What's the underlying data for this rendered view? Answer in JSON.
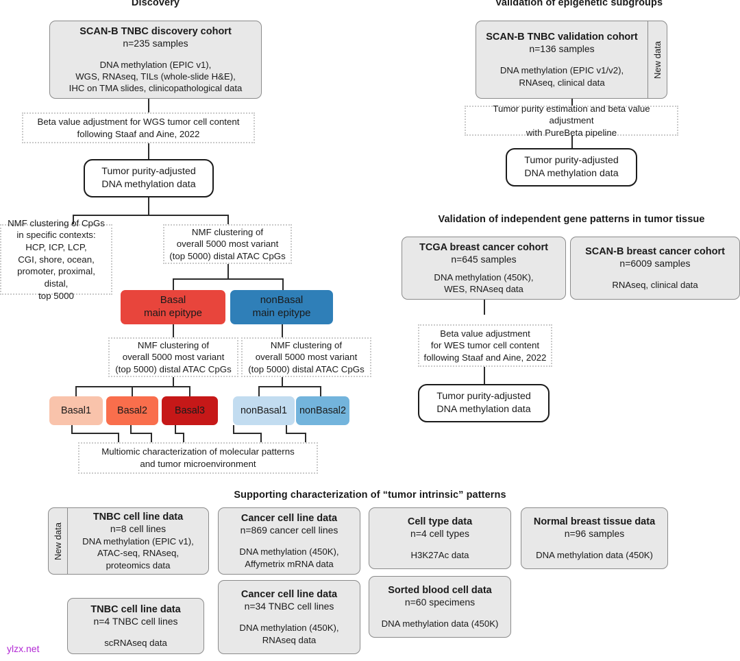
{
  "sections": {
    "discovery": {
      "title": "Discovery"
    },
    "validation_subgroups": {
      "title": "Validation of epigenetic subgroups"
    },
    "validation_genes": {
      "title": "Validation of independent gene patterns in tumor tissue"
    },
    "supporting": {
      "title": "Supporting characterization of “tumor intrinsic” patterns"
    }
  },
  "labels": {
    "new_data": "New data"
  },
  "discovery": {
    "cohort": {
      "header": "SCAN-B TNBC discovery cohort",
      "n": "n=235 samples",
      "details": [
        "DNA methylation (EPIC v1),",
        "WGS, RNAseq, TILs (whole-slide H&E),",
        "IHC on TMA slides, clinicopathological data"
      ]
    },
    "adjust": [
      "Beta value adjustment for WGS tumor cell content",
      "following Staaf and Aine, 2022"
    ],
    "adjusted_data": [
      "Tumor purity-adjusted",
      "DNA methylation data"
    ],
    "nmf_contexts": [
      "NMF clustering of CpGs",
      "in specific contexts:",
      "HCP, ICP, LCP,",
      "CGI, shore, ocean,",
      "promoter, proximal, distal,",
      "top 5000"
    ],
    "nmf_atac": [
      "NMF clustering of",
      "overall 5000 most variant",
      "(top 5000) distal ATAC CpGs"
    ],
    "nmf_atac_basal": [
      "NMF clustering of",
      "overall 5000 most variant",
      "(top 5000) distal ATAC CpGs"
    ],
    "nmf_atac_nonbasal": [
      "NMF clustering of",
      "overall 5000 most variant",
      "(top 5000) distal ATAC CpGs"
    ],
    "epitypes": [
      {
        "id": "basal",
        "line1": "Basal",
        "line2": "main epitype",
        "color": "#e8453c",
        "text_color": "#1a1a1a"
      },
      {
        "id": "nonbasal",
        "line1": "nonBasal",
        "line2": "main epitype",
        "color": "#2f7fb8",
        "text_color": "#1a1a1a"
      }
    ],
    "subtypes": [
      {
        "id": "basal1",
        "label": "Basal1",
        "color": "#f9c3ab",
        "text_color": "#1a1a1a"
      },
      {
        "id": "basal2",
        "label": "Basal2",
        "color": "#f96e4c",
        "text_color": "#1a1a1a"
      },
      {
        "id": "basal3",
        "label": "Basal3",
        "color": "#c61818",
        "text_color": "#1a1a1a"
      },
      {
        "id": "nonbasal1",
        "label": "nonBasal1",
        "color": "#c2dcf0",
        "text_color": "#1a1a1a"
      },
      {
        "id": "nonbasal2",
        "label": "nonBasal2",
        "color": "#73b4dc",
        "text_color": "#1a1a1a"
      }
    ],
    "multiomic": [
      "Multiomic characterization of molecular patterns",
      "and tumor microenvironment"
    ]
  },
  "validation_subgroups": {
    "cohort": {
      "header": "SCAN-B TNBC validation cohort",
      "n": "n=136 samples",
      "details": [
        "DNA methylation (EPIC v1/v2),",
        "RNAseq, clinical data"
      ],
      "new_data": true
    },
    "purity": [
      "Tumor purity estimation and beta value adjustment",
      "with PureBeta pipeline"
    ],
    "adjusted_data": [
      "Tumor purity-adjusted",
      "DNA methylation data"
    ]
  },
  "validation_genes": {
    "tcga": {
      "header": "TCGA breast cancer cohort",
      "n": "n=645 samples",
      "details": [
        "DNA methylation (450K),",
        "WES, RNAseq data"
      ]
    },
    "scanb": {
      "header": "SCAN-B breast cancer cohort",
      "n": "n=6009 samples",
      "details": [
        "RNAseq, clinical data"
      ]
    },
    "adjust": [
      "Beta value adjustment",
      "for WES tumor cell content",
      "following Staaf and Aine, 2022"
    ],
    "adjusted_data": [
      "Tumor purity-adjusted",
      "DNA methylation data"
    ]
  },
  "supporting": {
    "boxes": [
      {
        "id": "tnbc-cell-line-8",
        "header": "TNBC cell line data",
        "n": "n=8 cell lines",
        "details": [
          "DNA methylation (EPIC v1),",
          "ATAC-seq, RNAseq,",
          "proteomics data"
        ],
        "new_data": true
      },
      {
        "id": "tnbc-cell-line-4",
        "header": "TNBC cell line data",
        "n": "n=4 TNBC cell lines",
        "details": [
          "scRNAseq data"
        ],
        "new_data": false
      },
      {
        "id": "cancer-cell-line-869",
        "header": "Cancer cell line data",
        "n": "n=869 cancer cell lines",
        "details": [
          "DNA methylation (450K),",
          "Affymetrix mRNA data"
        ],
        "new_data": false
      },
      {
        "id": "cancer-cell-line-34",
        "header": "Cancer cell line data",
        "n": "n=34 TNBC cell lines",
        "details": [
          "DNA methylation (450K),",
          "RNAseq data"
        ],
        "new_data": false
      },
      {
        "id": "cell-type-data",
        "header": "Cell type data",
        "n": "n=4 cell types",
        "details": [
          "H3K27Ac data"
        ],
        "new_data": false
      },
      {
        "id": "sorted-blood-cell-data",
        "header": "Sorted blood cell data",
        "n": "n=60 specimens",
        "details": [
          "DNA methylation data (450K)"
        ],
        "new_data": false
      },
      {
        "id": "normal-breast-tissue",
        "header": "Normal breast tissue data",
        "n": "n=96 samples",
        "details": [
          "DNA methylation data (450K)"
        ],
        "new_data": false
      }
    ]
  },
  "watermark": {
    "text": "ylzx.net",
    "color": "#b228d4"
  }
}
